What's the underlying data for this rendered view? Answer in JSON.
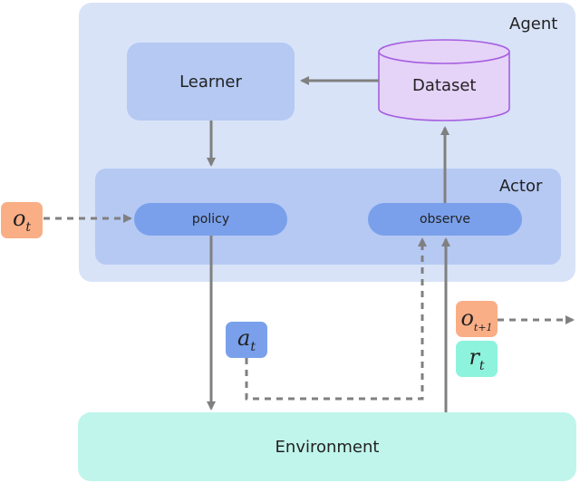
{
  "diagram": {
    "agent_label": "Agent",
    "learner_label": "Learner",
    "dataset_label": "Dataset",
    "actor_label": "Actor",
    "policy_label": "policy",
    "observe_label": "observe",
    "environment_label": "Environment",
    "observation": {
      "base": "o",
      "sub": "t"
    },
    "action": {
      "base": "a",
      "sub": "t"
    },
    "next_observation": {
      "base": "o",
      "sub": "t+1"
    },
    "reward": {
      "base": "r",
      "sub": "t"
    }
  },
  "colors": {
    "agent": "#d8e3f8",
    "learner": "#b5c9f3",
    "actor": "#b5c9f3",
    "policy": "#7aa0eb",
    "dataset": "#e6d3f8",
    "dataset_border": "#a65fe0",
    "environment": "#c0f5eb",
    "observation": "#f9ae86",
    "reward": "#8ef3dd",
    "arrow": "#808080"
  }
}
